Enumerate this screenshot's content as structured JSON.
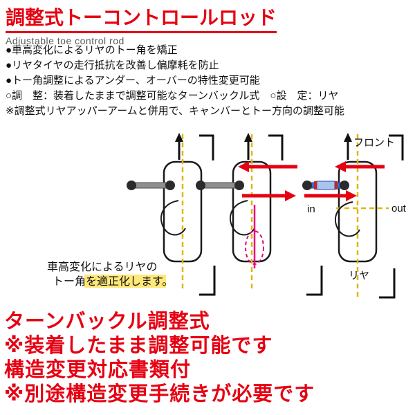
{
  "header": {
    "title": "調整式トーコントロールロッド",
    "subtitle": "Adjustable toe control rod"
  },
  "features": [
    "●車高変化によるリヤのトー角を矯正",
    "●リヤタイヤの走行抵抗を改善し偏摩耗を防止",
    "●トー角調整によるアンダー、オーバーの特性変更可能",
    "○調　整：装着したままで調整可能なターンバックル式　○設　定：リヤ",
    "※調整式リヤアッパーアームと併用で、キャンバーとトー方向の調整可能"
  ],
  "diagram": {
    "front_label": "フロント",
    "rear_label": "リヤ",
    "in_label": "in",
    "out_label": "out",
    "caption_line1": "車高変化によるリヤの",
    "caption_line2_prefix": "トー角",
    "caption_line2_highlight": "を適正化します。"
  },
  "footer_lines": [
    "ターンバックル調整式",
    "※装着したまま調整可能です",
    "構造変更対応書類付",
    "※別途構造変更手続きが必要です"
  ],
  "colors": {
    "accent_red": "#e60012",
    "rod_blue": "#2f6fd6",
    "guide_yellow": "#dfb70d",
    "toe_magenta": "#e6007e"
  }
}
